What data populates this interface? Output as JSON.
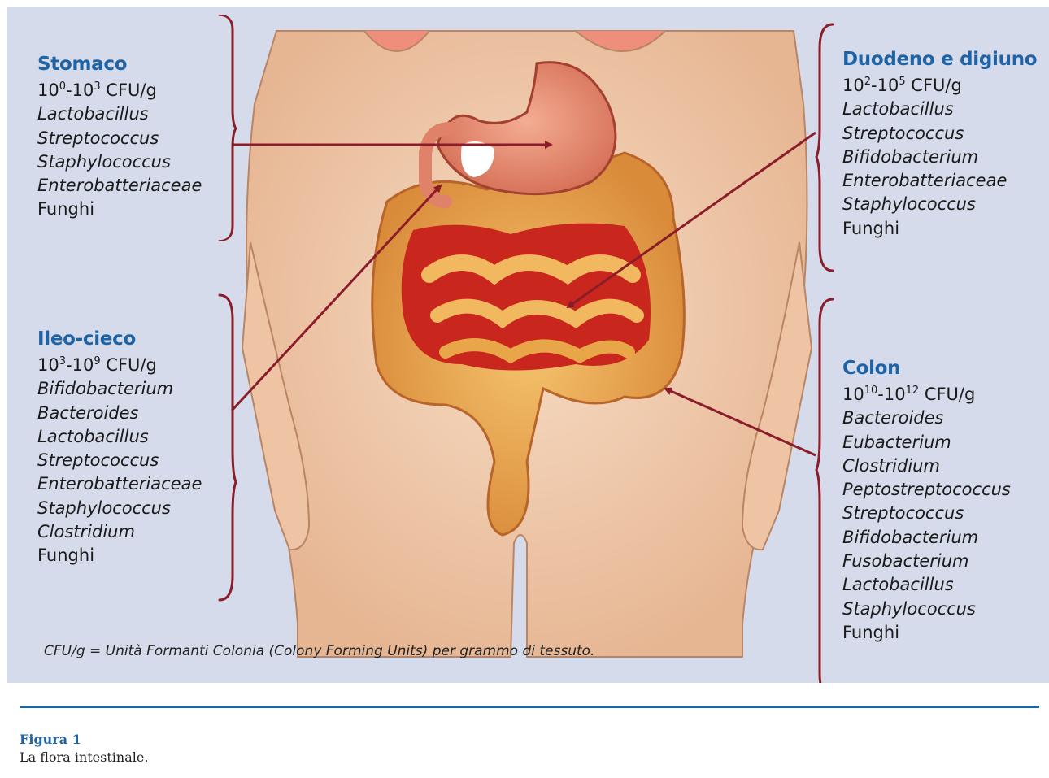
{
  "regions": {
    "stomaco": {
      "title": "Stomaco",
      "cfu": {
        "base1": "10",
        "exp1": "0",
        "base2": "-10",
        "exp2": "3",
        "unit": " CFU/g"
      },
      "species": [
        "Lactobacillus",
        "Streptococcus",
        "Staphylococcus",
        "Enterobatteriaceae"
      ],
      "plain": "Funghi"
    },
    "duodeno": {
      "title": "Duodeno e digiuno",
      "cfu": {
        "base1": "10",
        "exp1": "2",
        "base2": "-10",
        "exp2": "5",
        "unit": " CFU/g"
      },
      "species": [
        "Lactobacillus",
        "Streptococcus",
        "Bifidobacterium",
        "Enterobatteriaceae",
        "Staphylococcus"
      ],
      "plain": "Funghi"
    },
    "ileo": {
      "title": "Ileo-cieco",
      "cfu": {
        "base1": "10",
        "exp1": "3",
        "base2": "-10",
        "exp2": "9",
        "unit": " CFU/g"
      },
      "species": [
        "Bifidobacterium",
        "Bacteroides",
        "Lactobacillus",
        "Streptococcus",
        "Enterobatteriaceae",
        "Staphylococcus",
        "Clostridium"
      ],
      "plain": "Funghi"
    },
    "colon": {
      "title": "Colon",
      "cfu": {
        "base1": "10",
        "exp1": "10",
        "base2": "-10",
        "exp2": "12",
        "unit": " CFU/g"
      },
      "species": [
        "Bacteroides",
        "Eubacterium",
        "Clostridium",
        "Peptostreptococcus",
        "Streptococcus",
        "Bifidobacterium",
        "Fusobacterium",
        "Lactobacillus",
        "Staphylococcus"
      ],
      "plain": "Funghi"
    }
  },
  "footnote": "CFU/g = Unità Formanti Colonia (Colony Forming Units) per grammo di tessuto.",
  "figure": {
    "label": "Figura 1",
    "caption": "La flora intestinale."
  },
  "colors": {
    "panel": "#d5dbea",
    "heading": "#1e63a6",
    "arrow": "#8b1c2a",
    "skin": "#f0c9ab",
    "intestine": "#e3a24e",
    "stomach": "#e88f76"
  },
  "icons": [
    "bracket-icon",
    "arrow-icon",
    "stomach-icon",
    "intestine-icon",
    "torso-icon"
  ]
}
